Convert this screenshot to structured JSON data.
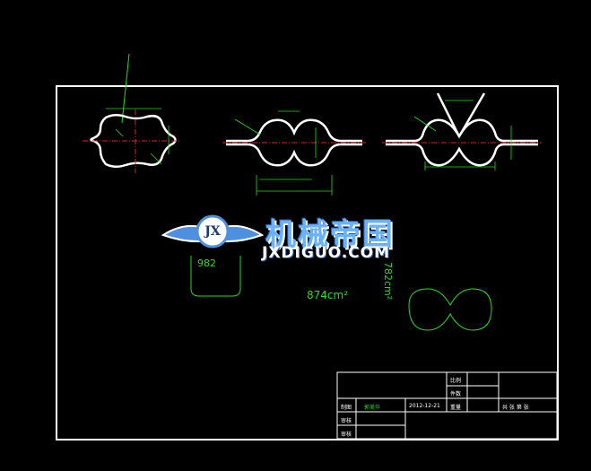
{
  "area_labels": {
    "profile_2": "874cm²",
    "profile_1": "982",
    "profile_3": "782cm²"
  },
  "logo": {
    "chinese_name": "机械帝国",
    "domain": "JXDIGUO.COM",
    "emblem_text": "JX"
  },
  "title_block": {
    "row_draw_label": "制图",
    "drawer_name": "郭美华",
    "date": "2012-12-21",
    "check_label": "审核",
    "approve_label": "审核",
    "scale_label": "比例",
    "weight_label": "件数",
    "weight_label_2": "重量",
    "sheet_info": "共 张 第 张"
  },
  "colors": {
    "background": "#000000",
    "frame": "#ffffff",
    "dimension": "#22dd22",
    "centerline": "#dd2222",
    "logo_blue": "#6ab2ff"
  }
}
